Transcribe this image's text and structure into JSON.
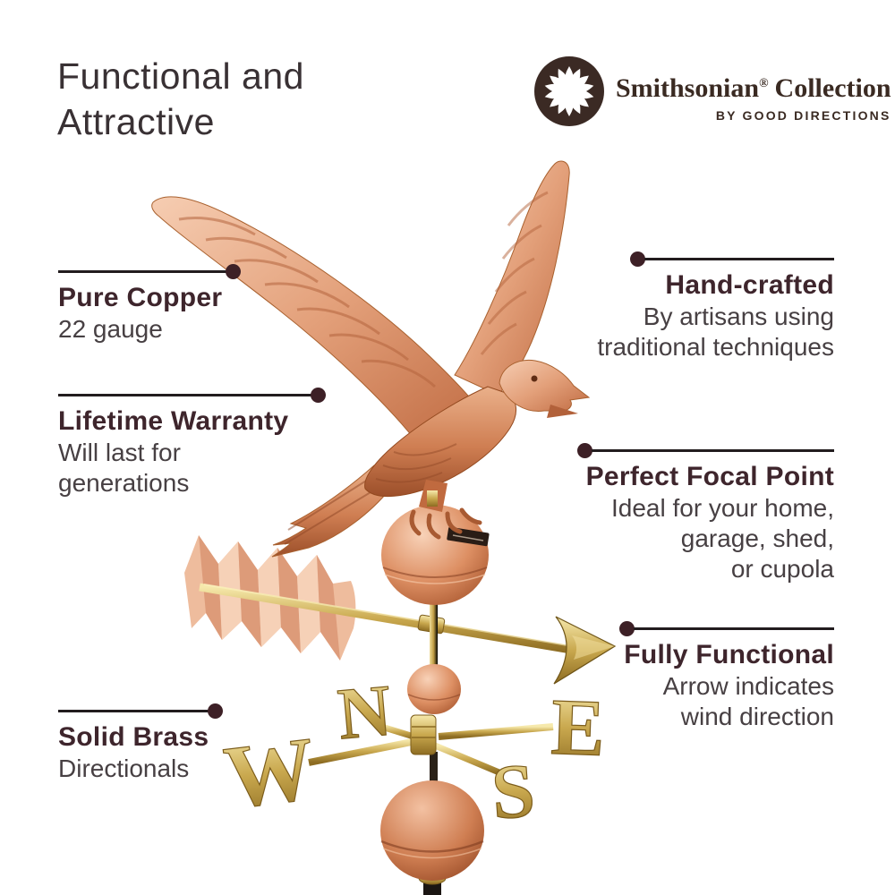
{
  "page": {
    "background": "#ffffff"
  },
  "title": {
    "line1": "Functional and",
    "line2": "Attractive"
  },
  "brand": {
    "name": "Smithsonian",
    "registered": "®",
    "collection": "Collection",
    "byline": "BY GOOD DIRECTIONS",
    "color": "#3a2a22"
  },
  "callouts": {
    "left": [
      {
        "heading": "Pure Copper",
        "lines": [
          "22 gauge"
        ]
      },
      {
        "heading": "Lifetime Warranty",
        "lines": [
          "Will last for",
          "generations"
        ]
      },
      {
        "heading": "Solid Brass",
        "lines": [
          "Directionals"
        ]
      }
    ],
    "right": [
      {
        "heading": "Hand-crafted",
        "lines": [
          "By artisans using",
          "traditional techniques"
        ]
      },
      {
        "heading": "Perfect Focal Point",
        "lines": [
          "Ideal for your home,",
          "garage, shed,",
          "or cupola"
        ]
      },
      {
        "heading": "Fully Functional",
        "lines": [
          "Arrow indicates",
          "wind direction"
        ]
      }
    ]
  },
  "weathervane": {
    "subject": "Smithsonian copper eagle weathervane",
    "directionals": {
      "west": "W",
      "north": "N",
      "south": "S",
      "east": "E"
    },
    "colors": {
      "copper_light": "#f4c8ac",
      "copper": "#d98f66",
      "copper_dark": "#a5532b",
      "brass_light": "#f6e9ac",
      "brass": "#c9a84e",
      "brass_dark": "#8d6c22",
      "mount_rod": "#1b1613"
    }
  },
  "style": {
    "annotation_line": "#221c1e",
    "annotation_dot": "#3d2026",
    "heading_color": "#3e252c",
    "body_color": "#474043",
    "title_color": "#393134"
  }
}
